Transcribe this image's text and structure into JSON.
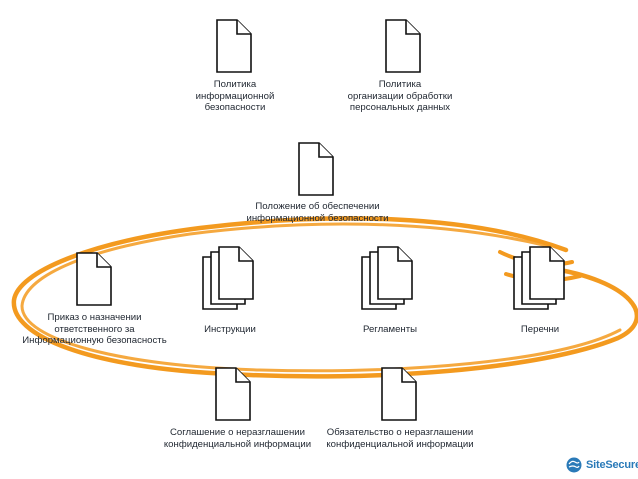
{
  "documents": [
    {
      "id": "policy-infosec",
      "label": "Политика\nинформационной\nбезопасности"
    },
    {
      "id": "policy-pd",
      "label": "Политика\nорганизации обработки\nперсональных данных"
    },
    {
      "id": "regulation-infosec",
      "label": "Положение об обеспечении\nинформационной безопасности"
    },
    {
      "id": "order-responsible",
      "label": "Приказ о назначении\nответственного за\nИнформационную безопасность"
    },
    {
      "id": "instructions",
      "label": "Инструкции"
    },
    {
      "id": "reglaments",
      "label": "Регламенты"
    },
    {
      "id": "lists",
      "label": "Перечни"
    },
    {
      "id": "nda-agreement",
      "label": "Соглашение о неразглашении\nконфиденциальной информации"
    },
    {
      "id": "nda-obligation",
      "label": "Обязательство о неразглашении\nконфиденциальной информации"
    }
  ],
  "highlight": {
    "color": "#f39a1f"
  },
  "logo": {
    "text": "SiteSecure",
    "color": "#2a7ab8"
  }
}
